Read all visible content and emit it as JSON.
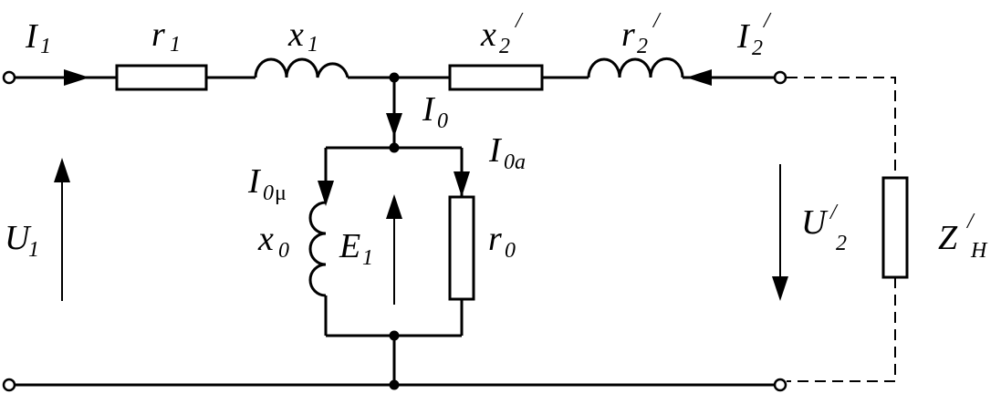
{
  "diagram": {
    "labels": {
      "I1_main": "I",
      "I1_sub": "1",
      "r1_main": "r",
      "r1_sub": "1",
      "x1_main": "x",
      "x1_sub": "1",
      "x2_main": "x",
      "x2_sub": "2",
      "x2_sup": "/",
      "r2_main": "r",
      "r2_sub": "2",
      "r2_sup": "/",
      "I2_main": "I",
      "I2_sub": "2",
      "I2_sup": "/",
      "I0_main": "I",
      "I0_sub": "0",
      "I0a_main": "I",
      "I0a_sub": "0a",
      "I0mu_main": "I",
      "I0mu_sub": "0",
      "mu": "μ",
      "x0_main": "x",
      "x0_sub": "0",
      "E1_main": "E",
      "E1_sub": "1",
      "r0_main": "r",
      "r0_sub": "0",
      "U1_main": "U",
      "U1_sub": "1",
      "U2_main": "U",
      "U2_sup": "/",
      "U2_sub": "2",
      "ZH_main": "Z",
      "ZH_sup": "/",
      "ZH_sub": "H"
    }
  }
}
